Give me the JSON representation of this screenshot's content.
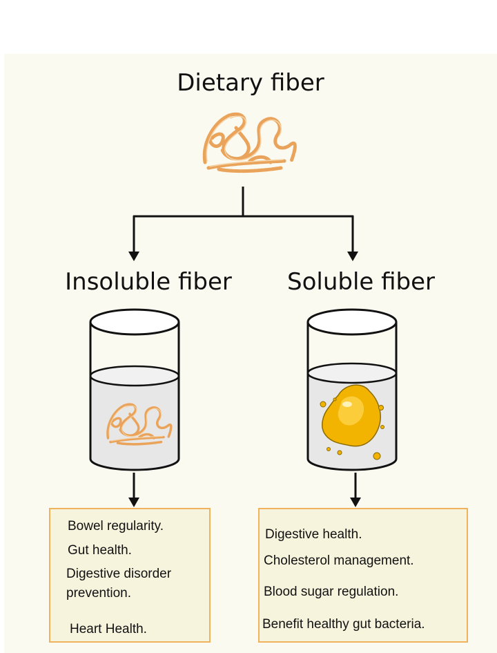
{
  "title": "Dietary fiber",
  "branches": {
    "insoluble": {
      "label": "Insoluble fiber",
      "benefits": [
        "Bowel regularity.",
        "Gut health.",
        "Digestive disorder",
        "prevention.",
        "Heart Health."
      ]
    },
    "soluble": {
      "label": "Soluble fiber",
      "benefits": [
        "Digestive health.",
        "Cholesterol management.",
        "Blood sugar regulation.",
        "Benefit healthy gut bacteria."
      ]
    }
  },
  "colors": {
    "background": "#fbfaf1",
    "fiber_strand": "#e9a35a",
    "box_border": "#f0b25c",
    "box_fill": "#f7f4de",
    "gel": "#f2b400",
    "liquid": "#e7e7e7"
  },
  "icons": {
    "fiber": "fiber-tangle-icon",
    "beaker": "beaker-icon",
    "gel": "gel-blob-icon"
  }
}
